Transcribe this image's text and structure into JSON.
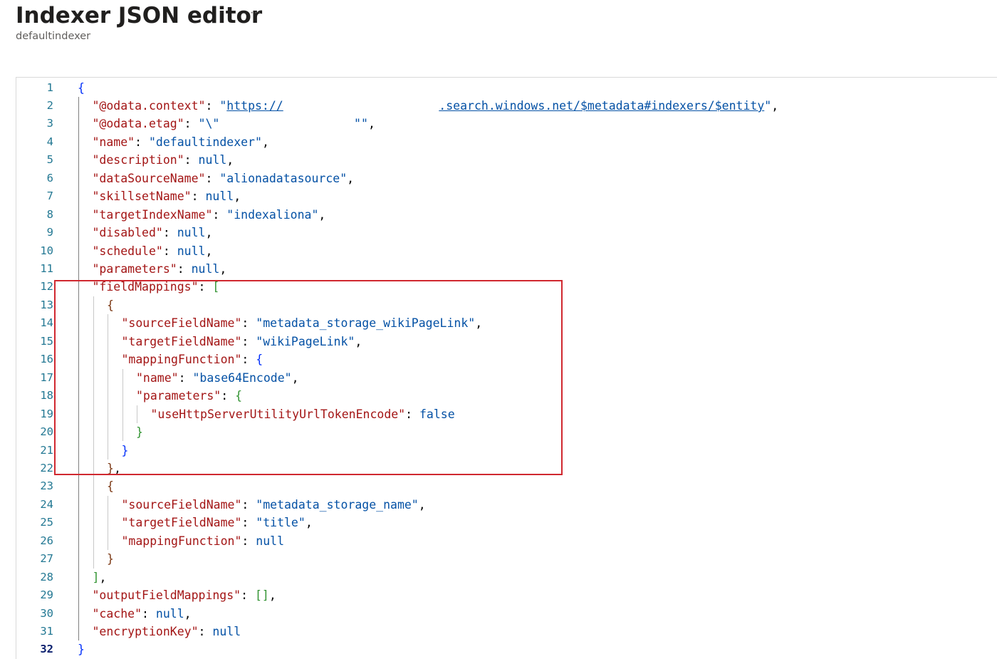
{
  "header": {
    "title": "Indexer JSON editor",
    "more_label": "···",
    "subtitle": "defaultindexer"
  },
  "editor": {
    "active_line": 32,
    "lines": [
      {
        "n": "1",
        "indent": 0,
        "tokens": [
          {
            "t": "{",
            "c": "b1"
          }
        ]
      },
      {
        "n": "2",
        "indent": 1,
        "tokens": [
          {
            "t": "\"@odata.context\"",
            "c": "k"
          },
          {
            "t": ": ",
            "c": "p"
          },
          {
            "t": "\"",
            "c": "s"
          },
          {
            "t": "https://",
            "c": "s link"
          },
          {
            "t": "                      ",
            "c": "s"
          },
          {
            "t": ".search.windows.net/$metadata#indexers/$entity",
            "c": "s link"
          },
          {
            "t": "\"",
            "c": "s"
          },
          {
            "t": ",",
            "c": "p"
          }
        ]
      },
      {
        "n": "3",
        "indent": 1,
        "tokens": [
          {
            "t": "\"@odata.etag\"",
            "c": "k"
          },
          {
            "t": ": ",
            "c": "p"
          },
          {
            "t": "\"\\\"                  ,\"\"",
            "c": "s"
          },
          {
            "t": ",",
            "c": "p"
          }
        ]
      },
      {
        "n": "4",
        "indent": 1,
        "tokens": [
          {
            "t": "\"name\"",
            "c": "k"
          },
          {
            "t": ": ",
            "c": "p"
          },
          {
            "t": "\"defaultindexer\"",
            "c": "s"
          },
          {
            "t": ",",
            "c": "p"
          }
        ]
      },
      {
        "n": "5",
        "indent": 1,
        "tokens": [
          {
            "t": "\"description\"",
            "c": "k"
          },
          {
            "t": ": ",
            "c": "p"
          },
          {
            "t": "null",
            "c": "lit"
          },
          {
            "t": ",",
            "c": "p"
          }
        ]
      },
      {
        "n": "6",
        "indent": 1,
        "tokens": [
          {
            "t": "\"dataSourceName\"",
            "c": "k"
          },
          {
            "t": ": ",
            "c": "p"
          },
          {
            "t": "\"alionadatasource\"",
            "c": "s"
          },
          {
            "t": ",",
            "c": "p"
          }
        ]
      },
      {
        "n": "7",
        "indent": 1,
        "tokens": [
          {
            "t": "\"skillsetName\"",
            "c": "k"
          },
          {
            "t": ": ",
            "c": "p"
          },
          {
            "t": "null",
            "c": "lit"
          },
          {
            "t": ",",
            "c": "p"
          }
        ]
      },
      {
        "n": "8",
        "indent": 1,
        "tokens": [
          {
            "t": "\"targetIndexName\"",
            "c": "k"
          },
          {
            "t": ": ",
            "c": "p"
          },
          {
            "t": "\"indexaliona\"",
            "c": "s"
          },
          {
            "t": ",",
            "c": "p"
          }
        ]
      },
      {
        "n": "9",
        "indent": 1,
        "tokens": [
          {
            "t": "\"disabled\"",
            "c": "k"
          },
          {
            "t": ": ",
            "c": "p"
          },
          {
            "t": "null",
            "c": "lit"
          },
          {
            "t": ",",
            "c": "p"
          }
        ]
      },
      {
        "n": "10",
        "indent": 1,
        "tokens": [
          {
            "t": "\"schedule\"",
            "c": "k"
          },
          {
            "t": ": ",
            "c": "p"
          },
          {
            "t": "null",
            "c": "lit"
          },
          {
            "t": ",",
            "c": "p"
          }
        ]
      },
      {
        "n": "11",
        "indent": 1,
        "tokens": [
          {
            "t": "\"parameters\"",
            "c": "k"
          },
          {
            "t": ": ",
            "c": "p"
          },
          {
            "t": "null",
            "c": "lit"
          },
          {
            "t": ",",
            "c": "p"
          }
        ]
      },
      {
        "n": "12",
        "indent": 1,
        "tokens": [
          {
            "t": "\"fieldMappings\"",
            "c": "k"
          },
          {
            "t": ": ",
            "c": "p"
          },
          {
            "t": "[",
            "c": "b2"
          }
        ]
      },
      {
        "n": "13",
        "indent": 2,
        "tokens": [
          {
            "t": "{",
            "c": "b3"
          }
        ]
      },
      {
        "n": "14",
        "indent": 3,
        "tokens": [
          {
            "t": "\"sourceFieldName\"",
            "c": "k"
          },
          {
            "t": ": ",
            "c": "p"
          },
          {
            "t": "\"metadata_storage_wikiPageLink\"",
            "c": "s"
          },
          {
            "t": ",",
            "c": "p"
          }
        ]
      },
      {
        "n": "15",
        "indent": 3,
        "tokens": [
          {
            "t": "\"targetFieldName\"",
            "c": "k"
          },
          {
            "t": ": ",
            "c": "p"
          },
          {
            "t": "\"wikiPageLink\"",
            "c": "s"
          },
          {
            "t": ",",
            "c": "p"
          }
        ]
      },
      {
        "n": "16",
        "indent": 3,
        "tokens": [
          {
            "t": "\"mappingFunction\"",
            "c": "k"
          },
          {
            "t": ": ",
            "c": "p"
          },
          {
            "t": "{",
            "c": "b1"
          }
        ]
      },
      {
        "n": "17",
        "indent": 4,
        "tokens": [
          {
            "t": "\"name\"",
            "c": "k"
          },
          {
            "t": ": ",
            "c": "p"
          },
          {
            "t": "\"base64Encode\"",
            "c": "s"
          },
          {
            "t": ",",
            "c": "p"
          }
        ]
      },
      {
        "n": "18",
        "indent": 4,
        "tokens": [
          {
            "t": "\"parameters\"",
            "c": "k"
          },
          {
            "t": ": ",
            "c": "p"
          },
          {
            "t": "{",
            "c": "b2"
          }
        ]
      },
      {
        "n": "19",
        "indent": 5,
        "tokens": [
          {
            "t": "\"useHttpServerUtilityUrlTokenEncode\"",
            "c": "k"
          },
          {
            "t": ": ",
            "c": "p"
          },
          {
            "t": "false",
            "c": "lit"
          }
        ]
      },
      {
        "n": "20",
        "indent": 4,
        "tokens": [
          {
            "t": "}",
            "c": "b2"
          }
        ]
      },
      {
        "n": "21",
        "indent": 3,
        "tokens": [
          {
            "t": "}",
            "c": "b1"
          }
        ]
      },
      {
        "n": "22",
        "indent": 2,
        "tokens": [
          {
            "t": "}",
            "c": "b3"
          },
          {
            "t": ",",
            "c": "p"
          }
        ]
      },
      {
        "n": "23",
        "indent": 2,
        "tokens": [
          {
            "t": "{",
            "c": "b3"
          }
        ]
      },
      {
        "n": "24",
        "indent": 3,
        "tokens": [
          {
            "t": "\"sourceFieldName\"",
            "c": "k"
          },
          {
            "t": ": ",
            "c": "p"
          },
          {
            "t": "\"metadata_storage_name\"",
            "c": "s"
          },
          {
            "t": ",",
            "c": "p"
          }
        ]
      },
      {
        "n": "25",
        "indent": 3,
        "tokens": [
          {
            "t": "\"targetFieldName\"",
            "c": "k"
          },
          {
            "t": ": ",
            "c": "p"
          },
          {
            "t": "\"title\"",
            "c": "s"
          },
          {
            "t": ",",
            "c": "p"
          }
        ]
      },
      {
        "n": "26",
        "indent": 3,
        "tokens": [
          {
            "t": "\"mappingFunction\"",
            "c": "k"
          },
          {
            "t": ": ",
            "c": "p"
          },
          {
            "t": "null",
            "c": "lit"
          }
        ]
      },
      {
        "n": "27",
        "indent": 2,
        "tokens": [
          {
            "t": "}",
            "c": "b3"
          }
        ]
      },
      {
        "n": "28",
        "indent": 1,
        "tokens": [
          {
            "t": "]",
            "c": "b2"
          },
          {
            "t": ",",
            "c": "p"
          }
        ]
      },
      {
        "n": "29",
        "indent": 1,
        "tokens": [
          {
            "t": "\"outputFieldMappings\"",
            "c": "k"
          },
          {
            "t": ": ",
            "c": "p"
          },
          {
            "t": "[]",
            "c": "b2"
          },
          {
            "t": ",",
            "c": "p"
          }
        ]
      },
      {
        "n": "30",
        "indent": 1,
        "tokens": [
          {
            "t": "\"cache\"",
            "c": "k"
          },
          {
            "t": ": ",
            "c": "p"
          },
          {
            "t": "null",
            "c": "lit"
          },
          {
            "t": ",",
            "c": "p"
          }
        ]
      },
      {
        "n": "31",
        "indent": 1,
        "tokens": [
          {
            "t": "\"encryptionKey\"",
            "c": "k"
          },
          {
            "t": ": ",
            "c": "p"
          },
          {
            "t": "null",
            "c": "lit"
          }
        ]
      },
      {
        "n": "32",
        "indent": 0,
        "tokens": [
          {
            "t": "}",
            "c": "b1"
          }
        ]
      }
    ]
  },
  "colors": {
    "key": "#a31515",
    "string": "#0451a5",
    "line_number": "#237893",
    "highlight_box": "#d0282f"
  }
}
